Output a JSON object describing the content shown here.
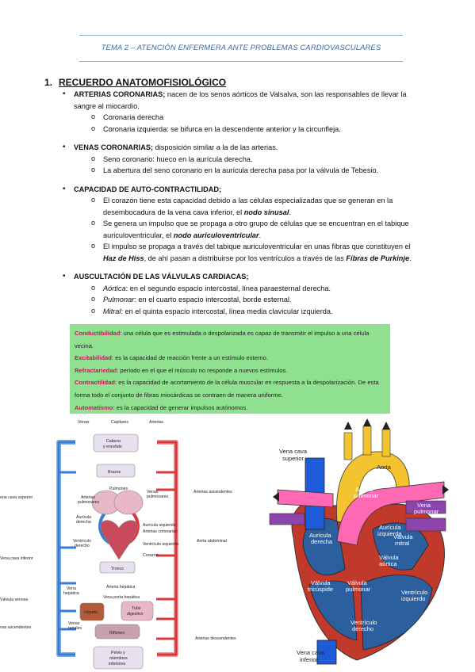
{
  "header": {
    "title": "TEMA 2 – ATENCIÓN ENFERMERA ANTE PROBLEMAS CARDIOVASCULARES"
  },
  "section": {
    "number": "1.",
    "title": "RECUERDO ANATOMOFISIOLÓGICO"
  },
  "bullets": {
    "coronarias": {
      "title": "ARTERIAS CORONARIAS;",
      "text": " nacen de los senos aórticos de Valsalva, son las responsables de llevar la sangre al miocardio.",
      "sub1": "Coronaria derecha",
      "sub2": "Coronaria izquierda: se bifurca en la descendente anterior y la circunfleja."
    },
    "venas": {
      "title": "VENAS CORONARIAS;",
      "text": " disposición similar a la de las arterias.",
      "sub1": "Seno coronario: hueco en la aurícula derecha.",
      "sub2": "La abertura del seno coronario en la aurícula derecha pasa por la válvula de Tebesio."
    },
    "auto": {
      "title": "CAPACIDAD DE AUTO-CONTRACTILIDAD;",
      "sub1a": "El corazón tiene esta capacidad debido a las células especializadas que se generan en la desembocadura de la vena cava inferior, el ",
      "sub1b": "nodo sinusal",
      "sub1c": ".",
      "sub2a": "Se genera un impulso que se propaga a otro grupo de células que se encuentran en el tabique auriculoventricular, el ",
      "sub2b": "nodo auriculoventricular",
      "sub2c": ".",
      "sub3a": "El impulso se propaga a través del tabique auriculoventricular en unas fibras que constituyen el ",
      "sub3b": "Haz de Hiss",
      "sub3c": ", de ahí pasan a distribuirse por los ventrículos a través de las ",
      "sub3d": "Fibras de Purkinje",
      "sub3e": "."
    },
    "auscultacion": {
      "title": "AUSCULTACIÓN DE LAS VÁLVULAS CARDIACAS;",
      "sub1a": "Aórtica",
      "sub1b": ": en el segundo espacio intercostal, línea paraesternal derecha.",
      "sub2a": "Pulmonar",
      "sub2b": ": en el cuarto espacio intercostal, borde esternal.",
      "sub3a": "Mitral",
      "sub3b": ": en el quinta espacio intercostal, línea media clavicular izquierda."
    }
  },
  "greenbox": {
    "t1": "Conductibilidad",
    "d1": ": una célula que es estimulada o despolarizada es capaz de transmitir el impulso a una célula vecina.",
    "t2": "Excitabilidad",
    "d2": ": es la capacidad de reacción frente a un estímulo externo.",
    "t3": "Refractariedad",
    "d3": ": periodo en el que el músculo no responde a nuevos estímulos.",
    "t4": "Contractilidad",
    "d4": ": es la capacidad de acortamiento de la célula muscular en respuesta a la despolarización. De esta forma todo el conjunto de fibras miocárdicas se contraen de manera uniforme.",
    "t5": "Automatismo",
    "d5": ": es la capacidad de generar impulsos autónomos."
  },
  "circ_diagram": {
    "venas": "Venas",
    "capilares": "Capilares",
    "arterias": "Arterias",
    "cabeza1": "Cabeza",
    "cabeza2": "y encefalo",
    "brazos": "Brazos",
    "vc_sup": "ena cava superior",
    "art_pulm1": "Arterias",
    "art_pulm2": "pulmonares",
    "pulmones": "Pulmones",
    "venas_pulm1": "Venas",
    "venas_pulm2": "pulmonares",
    "art_asc": "Arterias ascendentes",
    "auricula_der1": "Aurícula",
    "auricula_der2": "derecha",
    "auricula_izq": "Aurícula izquierda",
    "art_coron": "Arterias coronarias",
    "ventr_izq": "Ventrículo izquierdo",
    "corazon": "Corazón",
    "aorta_abd": "Aorta abdominal",
    "ventr_der1": "Ventrículo",
    "ventr_der2": "derecho",
    "vc_inf": "Vena cava inferior",
    "tronco": "Tronco",
    "art_hep": "Arteria hepática",
    "vena_hep1": "Vena",
    "vena_hep2": "hepática",
    "vena_porta": "Vena porta hepática",
    "valv_venosa": "Válvula venosa",
    "higado": "Hígado",
    "tubo1": "Tubo",
    "tubo2": "digestivo",
    "venas_asc": "nas ascendentes",
    "venas_ren1": "Venas",
    "venas_ren2": "renales",
    "rinones": "Riñones",
    "art_desc": "Arterias descendentes",
    "pelvis1": "Pelvis y",
    "pelvis2": "miembros",
    "pelvis3": "inferiores"
  },
  "heart_diagram": {
    "vc_sup1": "Vena cava",
    "vc_sup2": "superior",
    "aorta": "Aorta",
    "art_pulm1": "Arteria",
    "art_pulm2": "pulmonar",
    "venas_pulm1": "Vena",
    "venas_pulm2": "pulmonar",
    "aur_izq1": "Aurícula",
    "aur_izq2": "izquierda",
    "aur_der1": "Aurícula",
    "aur_der2": "derecha",
    "v_mitral1": "Válvula",
    "v_mitral2": "mitral",
    "v_aortica1": "Válvula",
    "v_aortica2": "aórtica",
    "v_tric1": "Válvula",
    "v_tric2": "tricúspide",
    "v_pulm1": "Válvula",
    "v_pulm2": "pulmonar",
    "ventr_izq1": "Ventrículo",
    "ventr_izq2": "izquierdo",
    "ventr_der1": "Ventrículo",
    "ventr_der2": "derecho",
    "vc_inf1": "Vena cava",
    "vc_inf2": "inferior"
  },
  "colors": {
    "header": "#3b6aa0",
    "greenbox": "#8fe08f",
    "term": "#c2185b",
    "vein": "#3a7bd5",
    "artery": "#d9363e"
  }
}
